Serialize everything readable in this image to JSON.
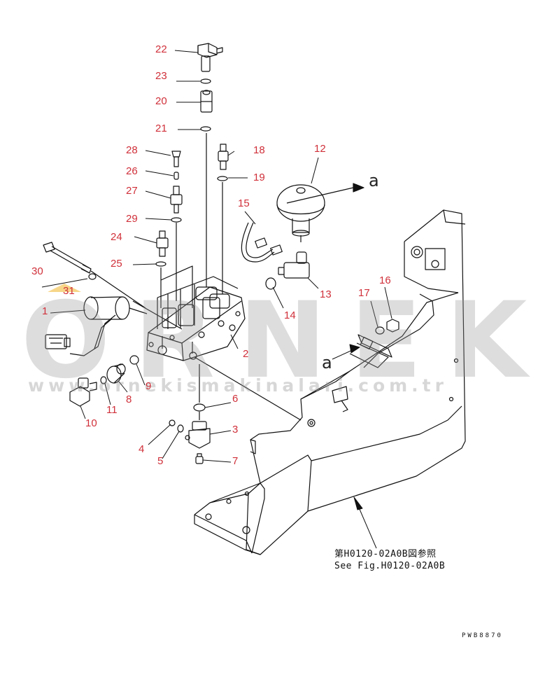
{
  "callouts": [
    {
      "n": "22"
    },
    {
      "n": "23"
    },
    {
      "n": "20"
    },
    {
      "n": "21"
    },
    {
      "n": "28"
    },
    {
      "n": "18"
    },
    {
      "n": "26"
    },
    {
      "n": "19"
    },
    {
      "n": "12"
    },
    {
      "n": "27"
    },
    {
      "n": "15"
    },
    {
      "n": "29"
    },
    {
      "n": "24"
    },
    {
      "n": "25"
    },
    {
      "n": "30"
    },
    {
      "n": "31"
    },
    {
      "n": "13"
    },
    {
      "n": "14"
    },
    {
      "n": "17"
    },
    {
      "n": "16"
    },
    {
      "n": "1"
    },
    {
      "n": "2"
    },
    {
      "n": "9"
    },
    {
      "n": "8"
    },
    {
      "n": "11"
    },
    {
      "n": "10"
    },
    {
      "n": "6"
    },
    {
      "n": "3"
    },
    {
      "n": "4"
    },
    {
      "n": "5"
    },
    {
      "n": "7"
    }
  ],
  "view_arrows": {
    "upper": "a",
    "lower": "a"
  },
  "reference_note": {
    "line1": "第H0120-02A0B図参照",
    "line2": "See Fig.H0120-02A0B"
  },
  "drawing_code": "PWB8870",
  "watermark": {
    "brand": "ORNEK",
    "url": "www.ornekismakinalari.com.tr"
  },
  "colors": {
    "callout": "#d0303a",
    "line": "#111111",
    "watermark": "#969696"
  }
}
